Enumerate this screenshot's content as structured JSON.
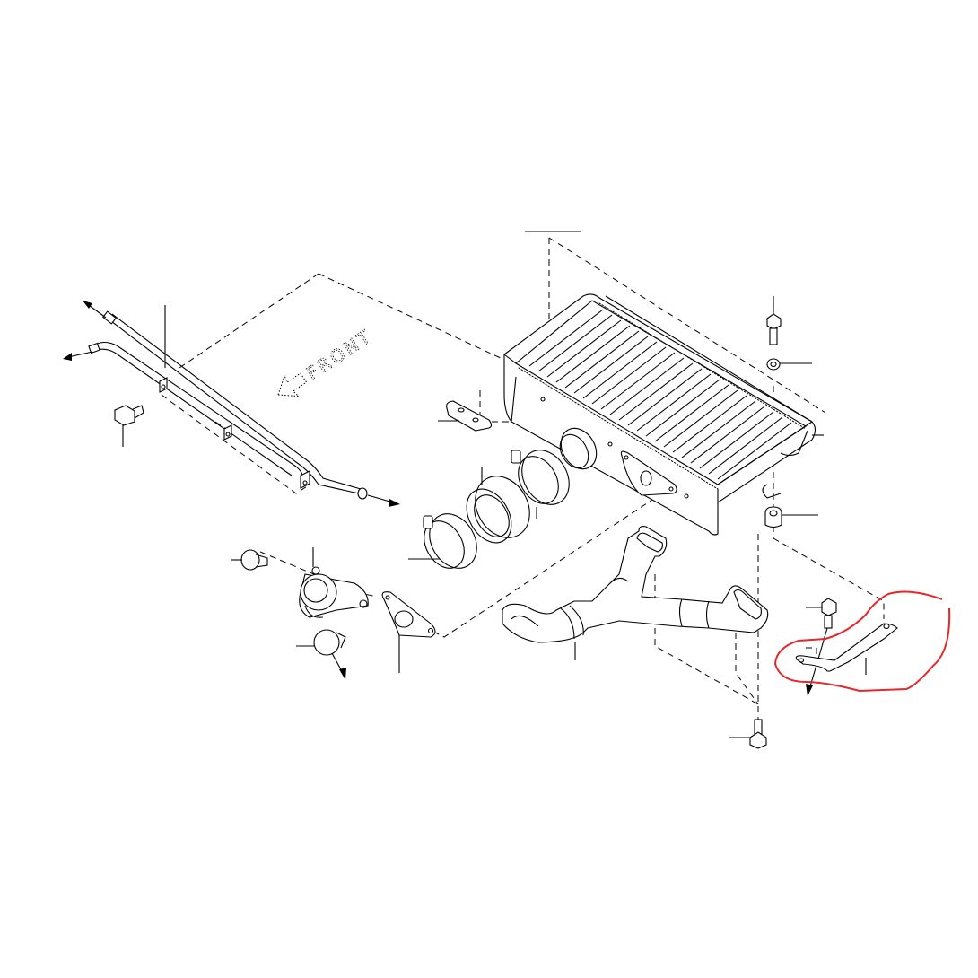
{
  "diagram": {
    "type": "exploded-parts-diagram",
    "subject": "Intercooler assembly",
    "orientation_label": "FRONT",
    "highlight_color": "#e8262a",
    "line_color": "#000000",
    "background": "#ffffff",
    "parts": [
      {
        "id": "intercooler-core",
        "description": "Top-mount intercooler core"
      },
      {
        "id": "bypass-hoses",
        "description": "Hose pipe assembly with brackets"
      },
      {
        "id": "hose-bracket-bolt",
        "description": "Flange bolt"
      },
      {
        "id": "bracket-plate",
        "description": "Small mounting plate"
      },
      {
        "id": "hose-clamp-1",
        "description": "Hose clamp"
      },
      {
        "id": "coupling-hose",
        "description": "Coupling hose"
      },
      {
        "id": "hose-clamp-2",
        "description": "Hose clamp"
      },
      {
        "id": "inlet-duct",
        "description": "Intercooler inlet"
      },
      {
        "id": "bypass-valve",
        "description": "Valve with clamp"
      },
      {
        "id": "valve-bolt",
        "description": "Bolt"
      },
      {
        "id": "valve-clamp",
        "description": "Hose clamp"
      },
      {
        "id": "gasket",
        "description": "Gasket"
      },
      {
        "id": "y-pipe",
        "description": "Y-pipe"
      },
      {
        "id": "mount-bolt-top",
        "description": "Flange bolt"
      },
      {
        "id": "washer",
        "description": "Washer/collar"
      },
      {
        "id": "grommet",
        "description": "Rubber grommet"
      },
      {
        "id": "mount-bolt-bottom",
        "description": "Flange bolt"
      },
      {
        "id": "stay-bracket",
        "description": "Intercooler stay (highlighted)"
      },
      {
        "id": "stay-bolt",
        "description": "Stay bolt"
      }
    ],
    "annotations": [
      {
        "type": "freehand-circle",
        "target": "stay-bracket",
        "color": "#e8262a"
      }
    ]
  }
}
